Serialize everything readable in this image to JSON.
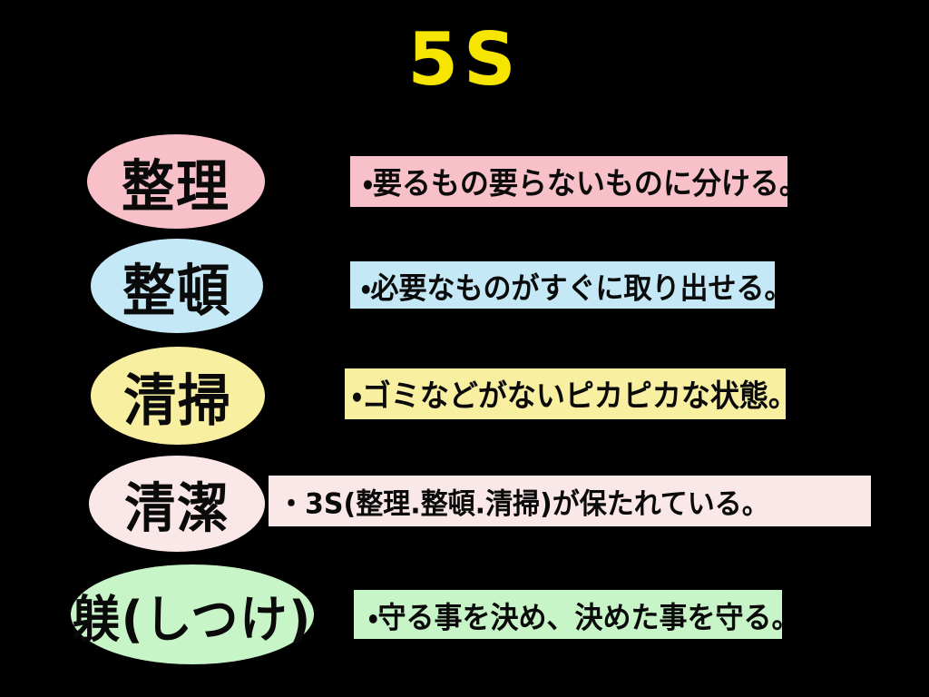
{
  "poster": {
    "title": "5S",
    "background_color": "#000000",
    "title_color": "#F5E500",
    "text_color": "#0A0A0A"
  },
  "rows": [
    {
      "term": "整理",
      "description": "・要るもの要らないものに分ける。",
      "color": "#F8C0C8"
    },
    {
      "term": "整頓",
      "description": "・必要なものがすぐに取り出せる。",
      "color": "#C4E8F5"
    },
    {
      "term": "清掃",
      "description": "・ゴミなどがないピカピカな状態。",
      "color": "#F8F0A0"
    },
    {
      "term": "清潔",
      "description": "・3S(整理.整頓.清掃)が保たれている。",
      "color": "#FAE8E8"
    },
    {
      "term": "躾(しつけ)",
      "description": "・守る事を決め、決めた事を守る。",
      "color": "#C8F5C8"
    }
  ]
}
